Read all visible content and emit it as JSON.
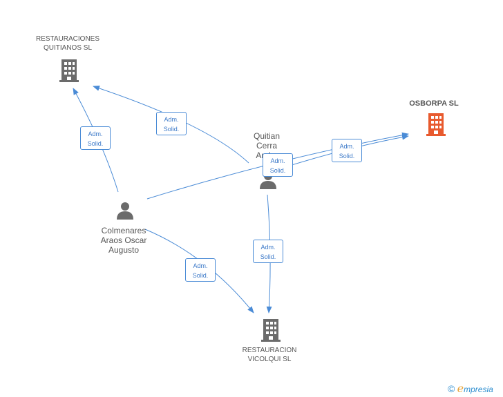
{
  "nodes": {
    "restauraciones_quitianos": {
      "label_line1": "RESTAURACIONES",
      "label_line2": "QUITIANOS SL"
    },
    "osborpa": {
      "label": "OSBORPA SL"
    },
    "quitian_cerra": {
      "label_line1": "Quitian",
      "label_line2": "Cerra",
      "label_line3": "And..."
    },
    "colmenares": {
      "label_line1": "Colmenares",
      "label_line2": "Araos Oscar",
      "label_line3": "Augusto"
    },
    "restauracion_vicolqui": {
      "label_line1": "RESTAURACION",
      "label_line2": "VICOLQUI SL"
    }
  },
  "edges": [
    {
      "id": "colmenares-to-quitianos",
      "line1": "Adm.",
      "line2": "Solid."
    },
    {
      "id": "quitian-to-quitianos",
      "line1": "Adm.",
      "line2": "Solid."
    },
    {
      "id": "colmenares-to-osborpa",
      "line1": "Adm.",
      "line2": "Solid."
    },
    {
      "id": "quitian-to-osborpa",
      "line1": "Adm.",
      "line2": "Solid."
    },
    {
      "id": "quitian-to-vicolqui",
      "line1": "Adm.",
      "line2": "Solid."
    },
    {
      "id": "colmenares-to-vicolqui",
      "line1": "Adm.",
      "line2": "Solid."
    }
  ],
  "colors": {
    "edge": "#4a8bd6",
    "company_icon": "#6b6b6b",
    "focus_icon": "#e85a2e",
    "person_icon": "#6b6b6b"
  },
  "brand": {
    "copyright": "©",
    "e": "e",
    "name": "mpresia"
  }
}
